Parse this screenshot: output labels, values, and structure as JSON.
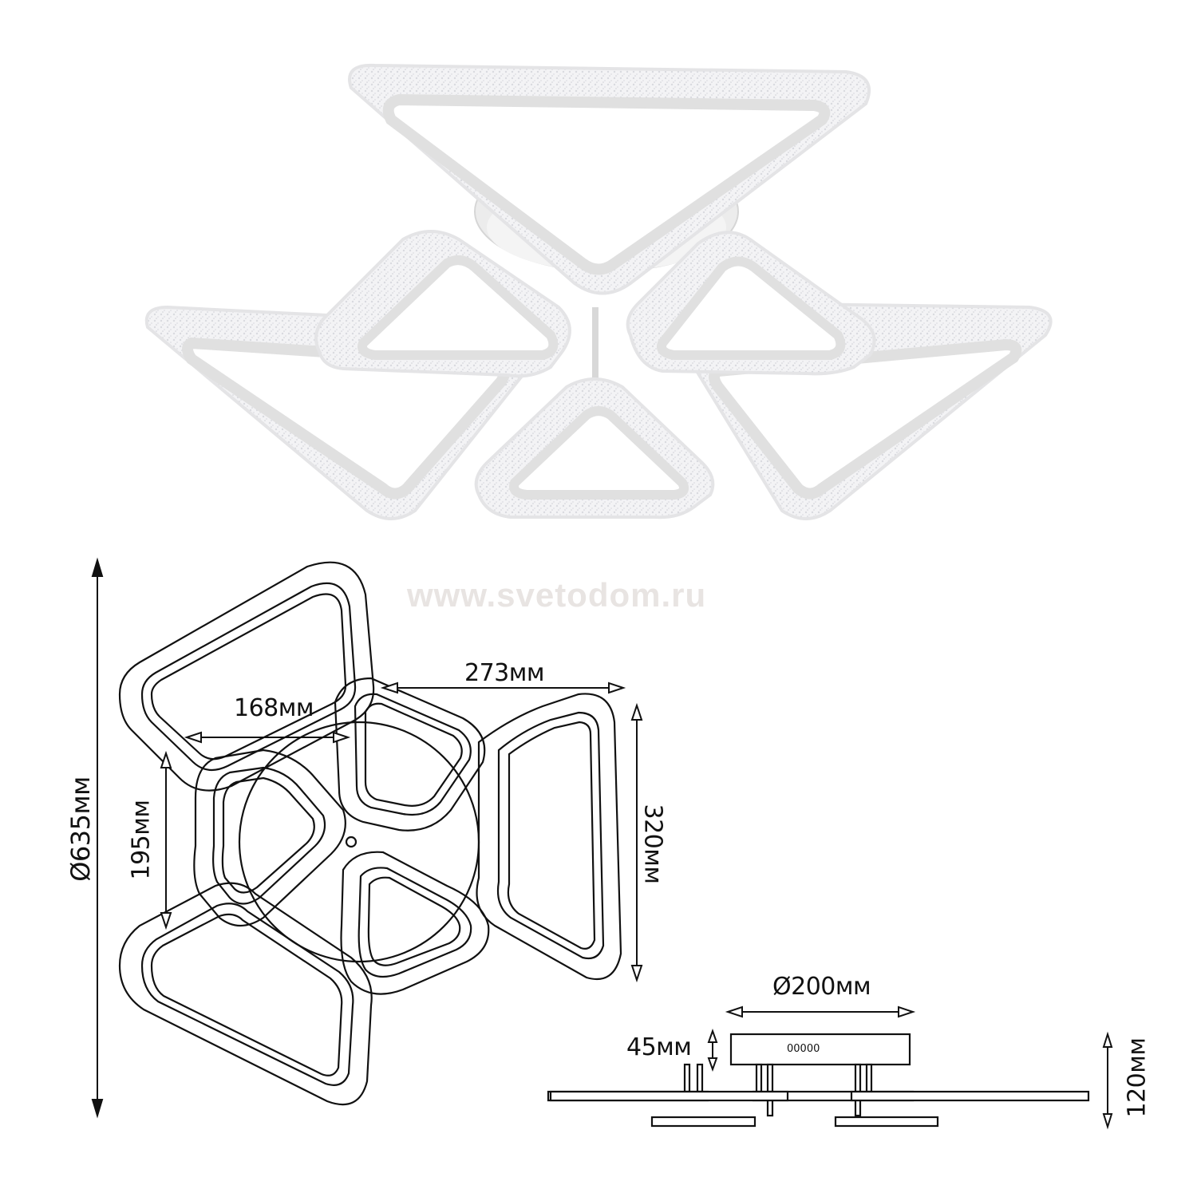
{
  "product": {
    "type": "LED ceiling chandelier",
    "description": "Six triangular rings with crystal-textured diffusers on a round white base"
  },
  "watermark": "www.svetodom.ru",
  "dimensions": {
    "overall_diameter": "Ø635мм",
    "outer_ring_width": "273мм",
    "inner_ring_width": "168мм",
    "inner_ring_height": "195мм",
    "outer_ring_height": "320мм",
    "base_diameter": "Ø200мм",
    "base_height": "45мм",
    "total_height": "120мм"
  },
  "side_view": {
    "vent_marking": "00000"
  },
  "colors": {
    "background": "#ffffff",
    "line": "#111111",
    "watermark": "#e8e4e2",
    "frame": "#e6e6e6",
    "crystal": "#f2f2f4"
  }
}
